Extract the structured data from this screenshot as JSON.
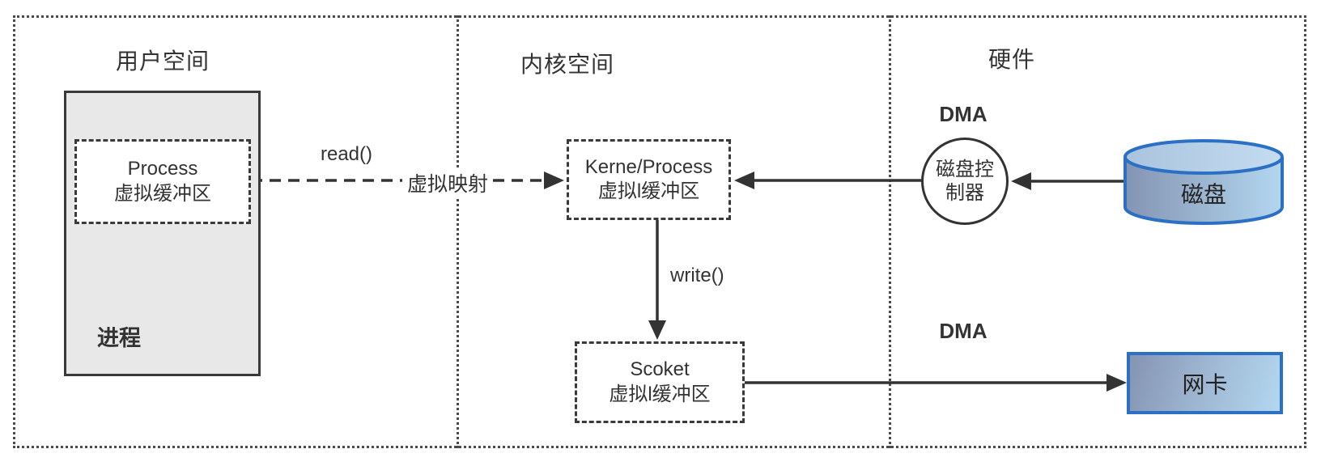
{
  "sections": {
    "user_space": {
      "title": "用户空间"
    },
    "kernel_space": {
      "title": "内核空间"
    },
    "hardware": {
      "title": "硬件"
    }
  },
  "nodes": {
    "process_container": {
      "label": "进程"
    },
    "process_buffer": {
      "line1": "Process",
      "line2": "虚拟缓冲区"
    },
    "kernel_buffer": {
      "line1": "Kerne/Process",
      "line2": "虚拟l缓冲区"
    },
    "socket_buffer": {
      "line1": "Scoket",
      "line2": "虚拟l缓冲区"
    },
    "disk_controller": {
      "line1": "磁盘控",
      "line2": "制器"
    },
    "disk": {
      "label": "磁盘"
    },
    "nic": {
      "label": "网卡"
    },
    "dma_read": {
      "label": "DMA"
    },
    "dma_write": {
      "label": "DMA"
    }
  },
  "labels": {
    "read_call": "read()",
    "virtual_mapping": "虚拟映射",
    "write_call": "write()"
  },
  "colors": {
    "line": "#333333",
    "border_dark": "#3a3a3a",
    "gray_fill": "#e8e8e8",
    "blue_border": "#2b70c4",
    "blue_gradient_start": "#8494b2",
    "blue_gradient_end": "#b3d7f0",
    "background": "#ffffff",
    "text": "#333333"
  }
}
